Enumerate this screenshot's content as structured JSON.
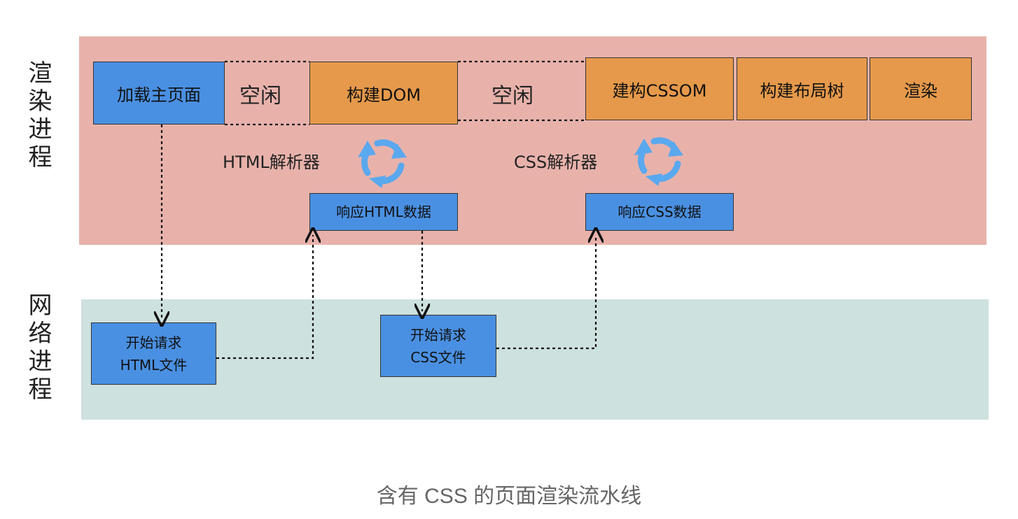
{
  "lanes": {
    "render": "渲染进程",
    "network": "网络进程"
  },
  "render_stages": {
    "load_main": "加载主页面",
    "idle1": "空闲",
    "build_dom": "构建DOM",
    "idle2": "空闲",
    "build_cssom": "建构CSSOM",
    "build_layout": "构建布局树",
    "render": "渲染"
  },
  "parsers": {
    "html": "HTML解析器",
    "css": "CSS解析器"
  },
  "responses": {
    "html": "响应HTML数据",
    "css": "响应CSS数据"
  },
  "network_requests": {
    "html_line1": "开始请求",
    "html_line2": "HTML文件",
    "css_line1": "开始请求",
    "css_line2": "CSS文件"
  },
  "colors": {
    "render_band": "#e8b2ab",
    "network_band": "#cde1de",
    "blue_box": "#4a90e2",
    "orange_box": "#e6994a",
    "cycle_icon": "#5aa8ee"
  },
  "caption": "含有 CSS 的页面渲染流水线"
}
